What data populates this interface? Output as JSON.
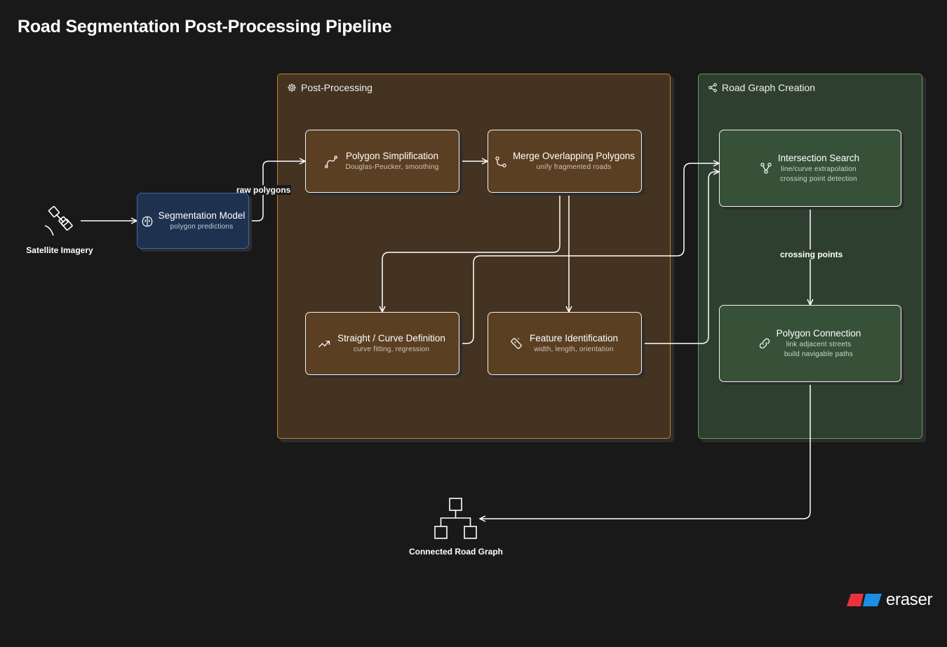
{
  "title": "Road Segmentation Post-Processing Pipeline",
  "groups": {
    "post_processing": {
      "label": "Post-Processing",
      "icon": "gear-icon",
      "color": "#c97f2e"
    },
    "road_graph": {
      "label": "Road Graph Creation",
      "icon": "share-icon",
      "color": "#5e9e63"
    }
  },
  "nodes": {
    "satellite": {
      "label": "Satellite Imagery",
      "icon": "satellite-icon"
    },
    "segmentation": {
      "title": "Segmentation Model",
      "subtitle": "polygon predictions",
      "icon": "brain-icon",
      "color": "#3a66a8"
    },
    "simplification": {
      "title": "Polygon Simplification",
      "subtitle": "Douglas-Peucker, smoothing",
      "icon": "spline-icon"
    },
    "merge": {
      "title": "Merge Overlapping Polygons",
      "subtitle": "unify fragmented roads",
      "icon": "merge-icon"
    },
    "straight_curve": {
      "title": "Straight / Curve Definition",
      "subtitle": "curve fitting, regression",
      "icon": "trend-icon"
    },
    "feature": {
      "title": "Feature Identification",
      "subtitle": "width, length, orientation",
      "icon": "ruler-icon"
    },
    "intersection": {
      "title": "Intersection Search",
      "subtitle1": "line/curve extrapolation",
      "subtitle2": "crossing point detection",
      "icon": "nodes-icon"
    },
    "connection": {
      "title": "Polygon Connection",
      "subtitle1": "link adjacent streets",
      "subtitle2": "build navigable paths",
      "icon": "link-icon"
    },
    "road_graph_output": {
      "label": "Connected Road Graph",
      "icon": "hierarchy-icon"
    }
  },
  "edge_labels": {
    "raw_polygons": "raw polygons",
    "crossing_points": "crossing points"
  },
  "brand": {
    "name": "eraser",
    "colors": [
      "#e8323c",
      "#1a8fe3"
    ]
  }
}
